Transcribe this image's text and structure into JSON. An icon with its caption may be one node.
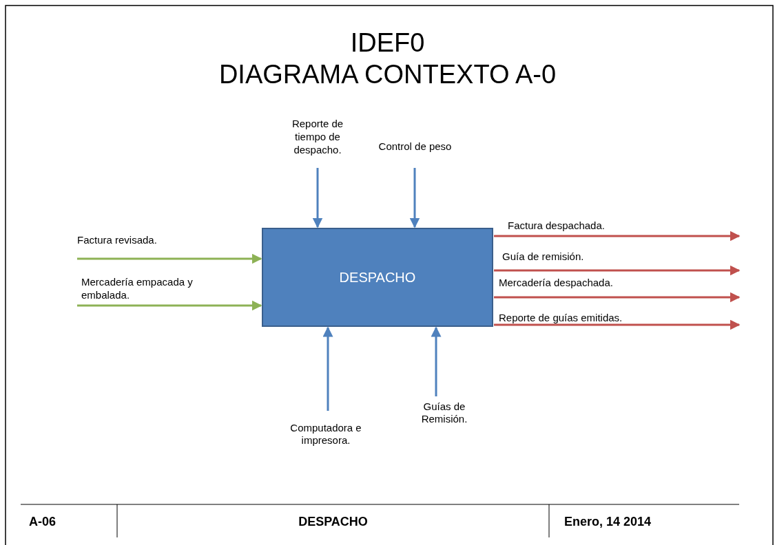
{
  "diagram": {
    "title": "IDEF0 DIAGRAMA CONTEXTO A-0",
    "nodes": [
      {
        "text": [
          "DESPACHO"
        ]
      },
      {
        "text": [
          "Factura revisada."
        ]
      },
      {
        "text": [
          "Mercadería empacada y embalada."
        ]
      },
      {
        "text": [
          "Reporte de tiempo de despacho."
        ]
      },
      {
        "text": [
          "Control de peso"
        ]
      },
      {
        "text": [
          "Computadora e impresora."
        ]
      },
      {
        "text": [
          "Guías de Remisión."
        ]
      }
    ],
    "edges": [
      {
        "from": 1,
        "to": 0,
        "arrow": "to",
        "color": "#8db255"
      },
      {
        "from": 2,
        "to": 0,
        "arrow": "to",
        "color": "#8db255"
      },
      {
        "from": 3,
        "to": 0,
        "arrow": "to"
      },
      {
        "from": 4,
        "to": 0,
        "arrow": "to"
      },
      {
        "from": 5,
        "to": 0,
        "arrow": "to"
      },
      {
        "from": 6,
        "to": 0,
        "arrow": "to"
      },
      {
        "from": 0,
        "to": null,
        "arrow": "to",
        "label": "Factura despachada.",
        "color": "#c0504d"
      },
      {
        "from": 0,
        "to": null,
        "arrow": "to",
        "label": "Guía de remisión.",
        "color": "#c0504d"
      },
      {
        "from": 0,
        "to": null,
        "arrow": "to",
        "label": "Mercadería despachada.",
        "color": "#c0504d"
      },
      {
        "from": 0,
        "to": null,
        "arrow": "to",
        "label": "Reporte de guías emitidas.",
        "color": "#c0504d"
      }
    ],
    "labels": [
      "A-06",
      "DESPACHO",
      "Enero, 14 2014"
    ]
  }
}
